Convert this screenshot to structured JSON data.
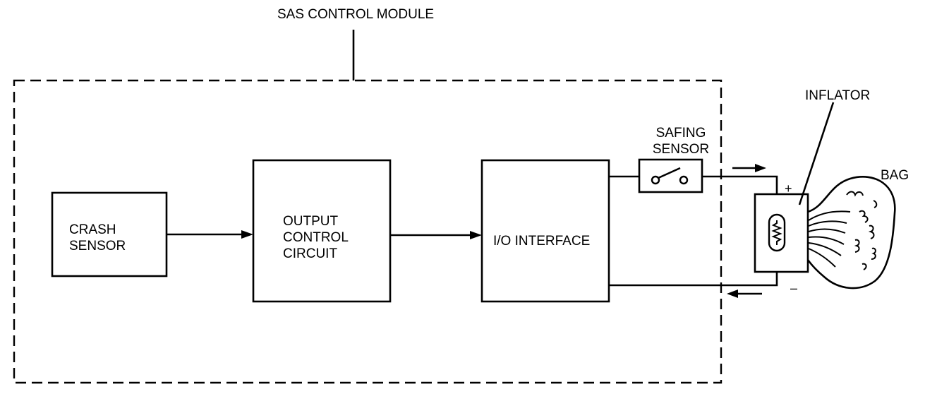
{
  "module": {
    "title": "SAS CONTROL MODULE"
  },
  "blocks": {
    "crash_sensor": [
      "CRASH",
      "SENSOR"
    ],
    "output_control": [
      "OUTPUT",
      "CONTROL",
      "CIRCUIT"
    ],
    "io_interface": "I/O INTERFACE"
  },
  "safing_sensor": [
    "SAFING",
    "SENSOR"
  ],
  "inflator": "INFLATOR",
  "bag": "BAG",
  "polarity": {
    "plus": "+",
    "minus": "–"
  }
}
